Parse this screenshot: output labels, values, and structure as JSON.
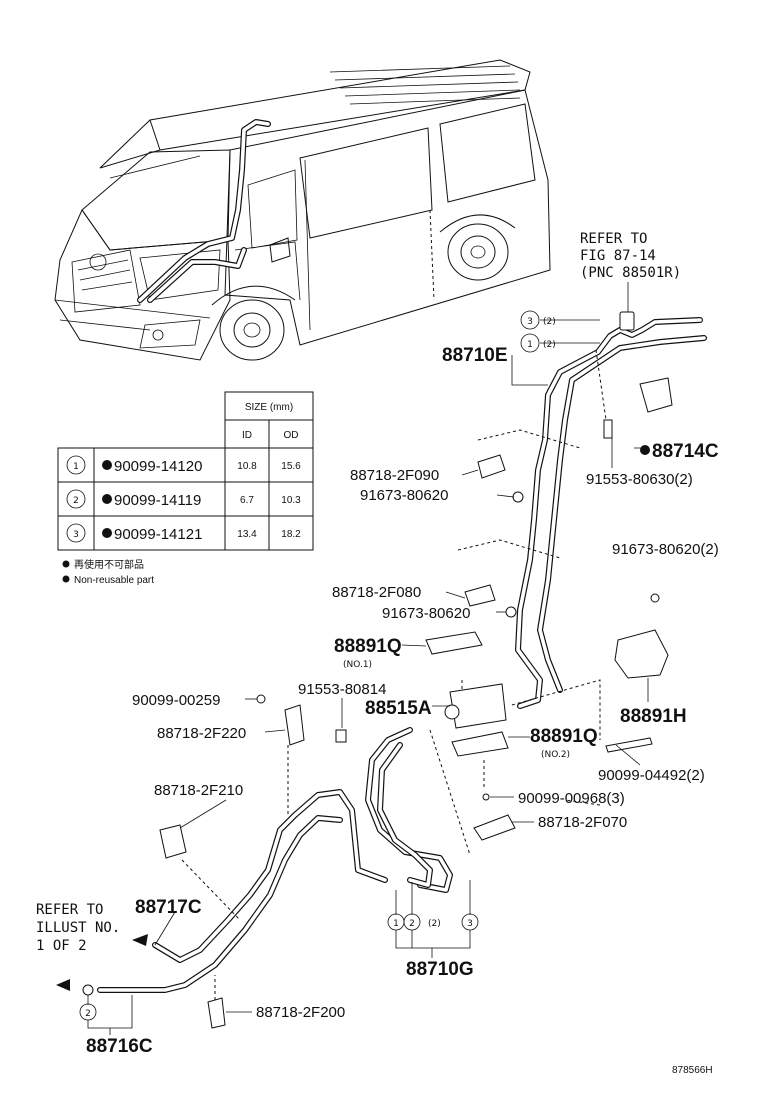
{
  "refer_top": [
    "REFER TO",
    "FIG 87-14",
    "(PNC 88501R)"
  ],
  "refer_left": [
    "REFER TO",
    "ILLUST NO.",
    "1 OF 2"
  ],
  "table": {
    "size_header": "SIZE (mm)",
    "col_id": "ID",
    "col_od": "OD",
    "rows": [
      {
        "num": "1",
        "part": "90099-14120",
        "id": "10.8",
        "od": "15.6"
      },
      {
        "num": "2",
        "part": "90099-14119",
        "id": "6.7",
        "od": "10.3"
      },
      {
        "num": "3",
        "part": "90099-14121",
        "id": "13.4",
        "od": "18.2"
      }
    ],
    "note_jp": "再使用不可部品",
    "note_en": "Non-reusable part"
  },
  "labels": {
    "p88710E": "88710E",
    "p88714C": "88714C",
    "p91553_80630": "91553-80630(2)",
    "p88718_2F090": "88718-2F090",
    "p91673_80620a": "91673-80620",
    "p91673_80620_2": "91673-80620(2)",
    "p88718_2F080": "88718-2F080",
    "p91673_80620b": "91673-80620",
    "p88891Q_a": "88891Q",
    "no1": "(NO.1)",
    "p90099_00259": "90099-00259",
    "p91553_80814": "91553-80814",
    "p88515A": "88515A",
    "p88891H": "88891H",
    "p88718_2F220": "88718-2F220",
    "p88891Q_b": "88891Q",
    "no2": "(NO.2)",
    "p90099_04492": "90099-04492(2)",
    "p90099_00968": "90099-00968(3)",
    "p88718_2F210": "88718-2F210",
    "p88718_2F070": "88718-2F070",
    "p88717C": "88717C",
    "p88710G": "88710G",
    "p88718_2F200": "88718-2F200",
    "p88716C": "88716C",
    "fig_code": "878566H"
  },
  "callouts": {
    "c3_top": "3",
    "c3_top_qty": "(2)",
    "c1_top": "1",
    "c1_top_qty": "(2)",
    "b1": "1",
    "b2": "2",
    "b2_qty": "(2)",
    "b3": "3",
    "left2": "2"
  }
}
